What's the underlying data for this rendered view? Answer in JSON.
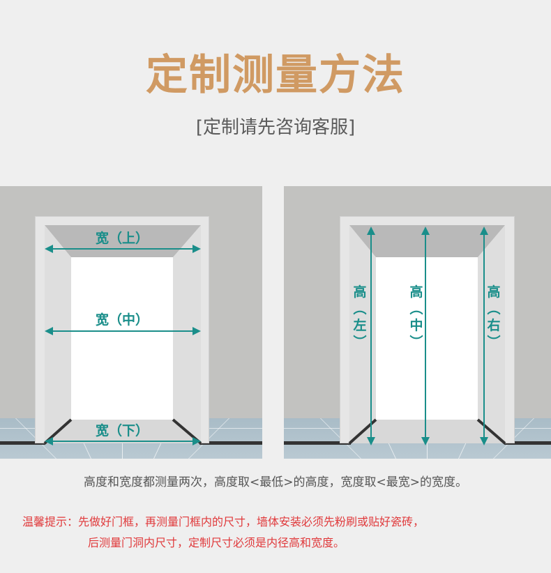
{
  "header": {
    "title": "定制测量方法",
    "subtitle": "[定制请先咨询客服]",
    "title_color": "#d09a63"
  },
  "panels": {
    "width": {
      "labels": {
        "top": "宽（上）",
        "middle": "宽（中）",
        "bottom": "宽（下）"
      }
    },
    "height": {
      "labels": {
        "left": [
          "高",
          "︵",
          "左",
          "︶"
        ],
        "middle": [
          "高",
          "︵",
          "中",
          "︶"
        ],
        "right": [
          "高",
          "︵",
          "右",
          "︶"
        ]
      }
    },
    "accent_color": "#1a8e8a"
  },
  "note": "高度和宽度都测量两次，高度取<最低>的高度，宽度取<最宽>的宽度。",
  "tip": {
    "line1": "温馨提示：先做好门框，再测量门框内的尺寸，墙体安装必须先粉刷或贴好瓷砖，",
    "line2": "后测量门洞内尺寸，定制尺寸必须是内径高和宽度。",
    "color": "#e0393b"
  }
}
